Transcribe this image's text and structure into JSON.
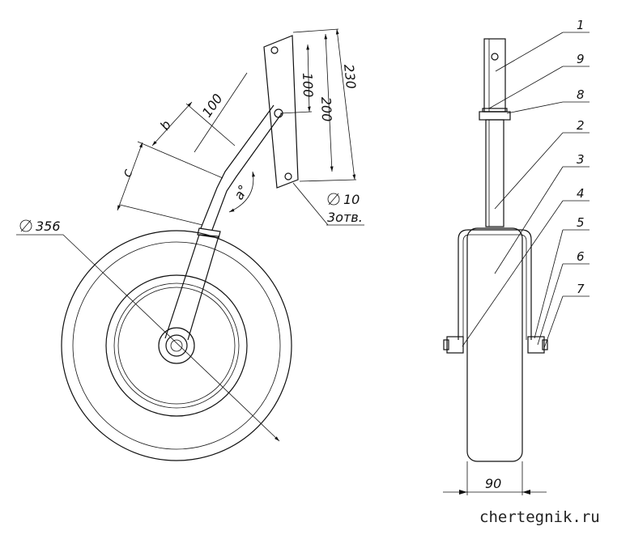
{
  "dimensions": {
    "wheel_diameter": "356",
    "hole_diameter": "10",
    "hole_count": "3отв.",
    "len_100_left": "100",
    "len_b": "b",
    "len_c": "c",
    "angle_a": "a°",
    "plate_100": "100",
    "plate_200": "200",
    "plate_230": "230",
    "wheel_width": "90"
  },
  "callouts": [
    "1",
    "9",
    "8",
    "2",
    "3",
    "4",
    "5",
    "6",
    "7"
  ],
  "watermark": "chertegnik.ru"
}
